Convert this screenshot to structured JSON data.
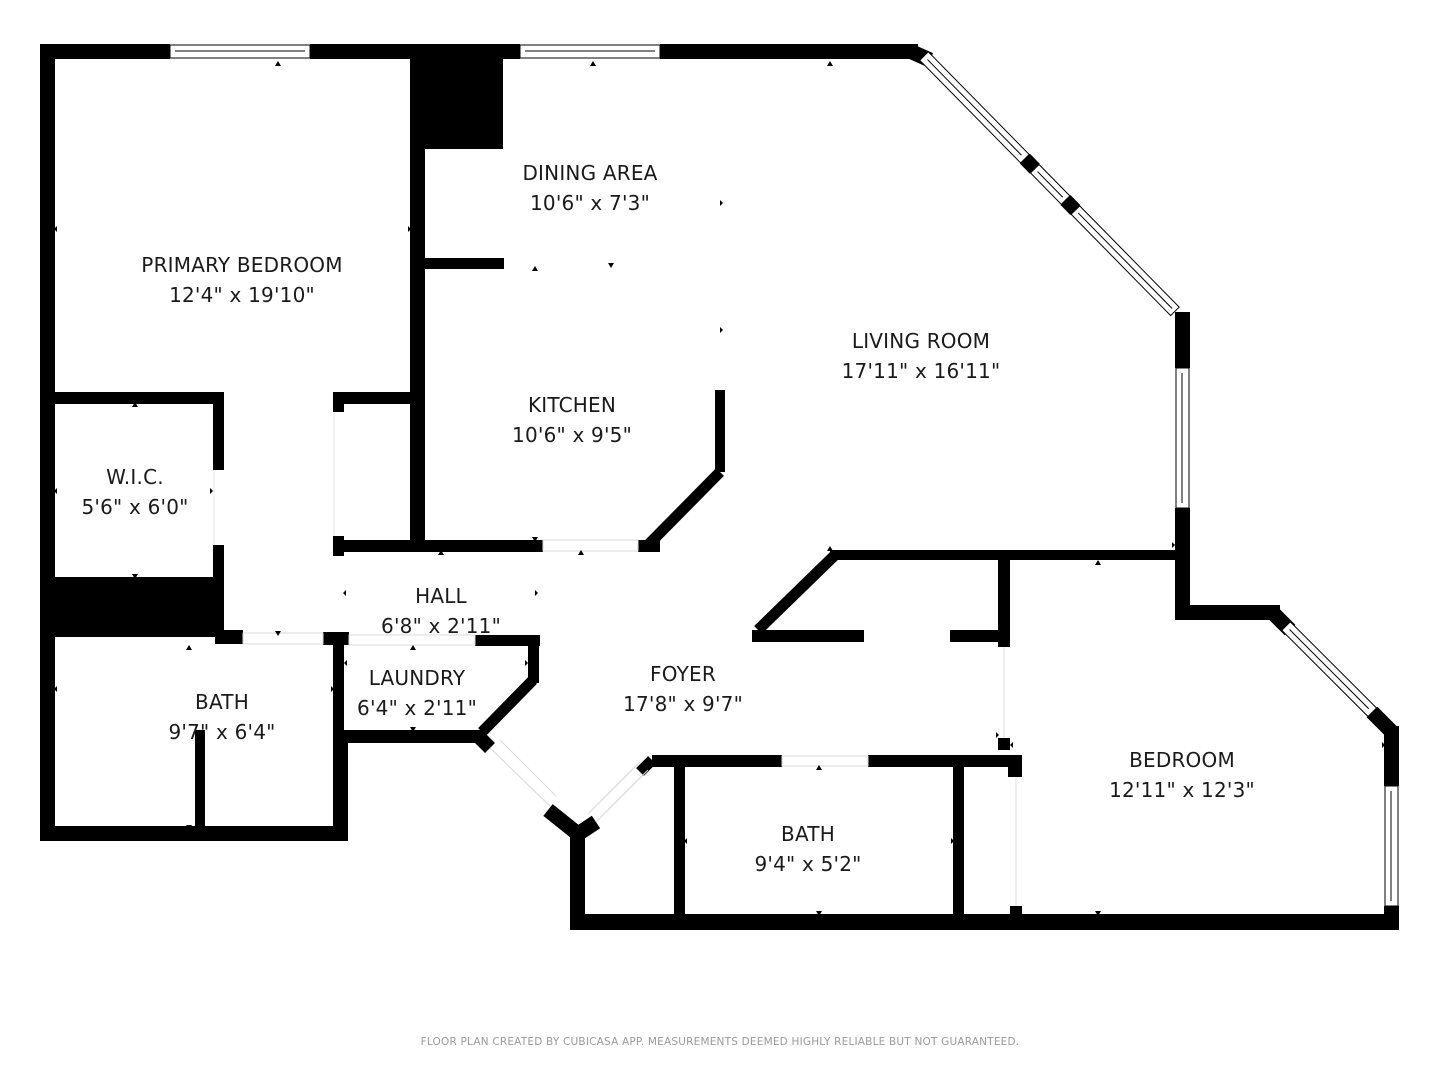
{
  "floor_plan": {
    "colors": {
      "wall": "#000000",
      "background": "#ffffff",
      "text": "#1a1a1a",
      "footer": "#9a9a9a"
    },
    "rooms": [
      {
        "id": "primary-bedroom",
        "name": "PRIMARY BEDROOM",
        "dimensions": "12'4\" x 19'10\""
      },
      {
        "id": "dining-area",
        "name": "DINING AREA",
        "dimensions": "10'6\" x 7'3\""
      },
      {
        "id": "living-room",
        "name": "LIVING ROOM",
        "dimensions": "17'11\" x 16'11\""
      },
      {
        "id": "kitchen",
        "name": "KITCHEN",
        "dimensions": "10'6\" x 9'5\""
      },
      {
        "id": "wic",
        "name": "W.I.C.",
        "dimensions": "5'6\" x 6'0\""
      },
      {
        "id": "hall",
        "name": "HALL",
        "dimensions": "6'8\" x 2'11\""
      },
      {
        "id": "laundry",
        "name": "LAUNDRY",
        "dimensions": "6'4\" x 2'11\""
      },
      {
        "id": "foyer",
        "name": "FOYER",
        "dimensions": "17'8\" x 9'7\""
      },
      {
        "id": "bath-1",
        "name": "BATH",
        "dimensions": "9'7\" x 6'4\""
      },
      {
        "id": "bath-2",
        "name": "BATH",
        "dimensions": "9'4\" x 5'2\""
      },
      {
        "id": "bedroom",
        "name": "BEDROOM",
        "dimensions": "12'11\" x 12'3\""
      }
    ],
    "footer": "FLOOR PLAN CREATED BY CUBICASA APP. MEASUREMENTS DEEMED HIGHLY RELIABLE BUT NOT GUARANTEED."
  }
}
